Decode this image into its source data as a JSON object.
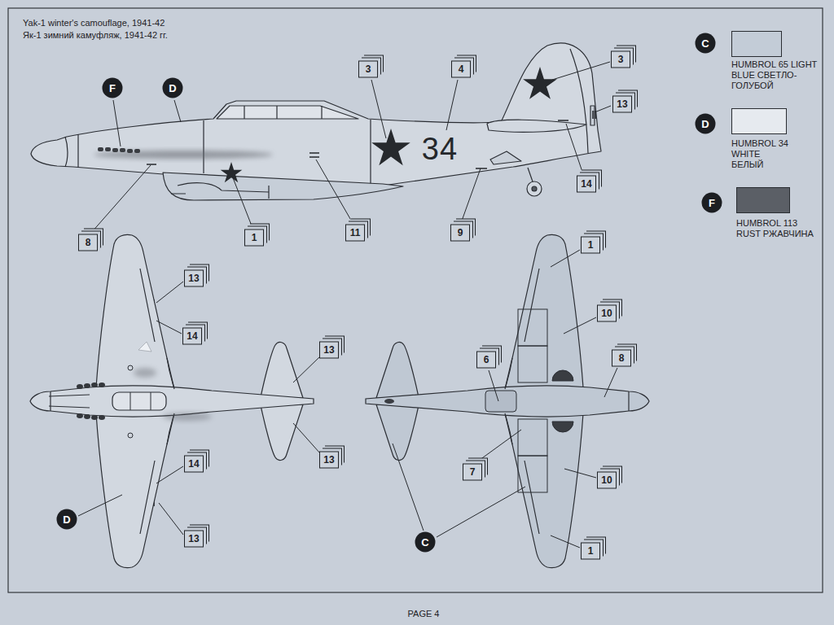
{
  "diagram": {
    "title": "Yak-1 winter's camouflage, 1941-42",
    "caption": "PAGE 4",
    "labels": [
      "Як-1 зимний камуфляж, 1941-42 гг.",
      "F",
      "D",
      "3",
      "4",
      "3",
      "13",
      "34",
      "14",
      "8",
      "1",
      "11",
      "9",
      "13",
      "14",
      "13",
      "13",
      "14",
      "13",
      "D",
      "1",
      "10",
      "8",
      "6",
      "7",
      "10",
      "1",
      "C",
      "C",
      "D",
      "F"
    ],
    "legend": [
      {
        "text": "HUMBROL 65 LIGHT BLUE СВЕТЛО-ГОЛУБОЙ",
        "color": "#c3ccd7"
      },
      {
        "text": "HUMBROL 34 WHITE БЕЛЫЙ",
        "color": "#e6eaef"
      },
      {
        "text": "HUMBROL 113 RUST РЖАВЧИНА",
        "color": "#5b5f66"
      }
    ]
  }
}
